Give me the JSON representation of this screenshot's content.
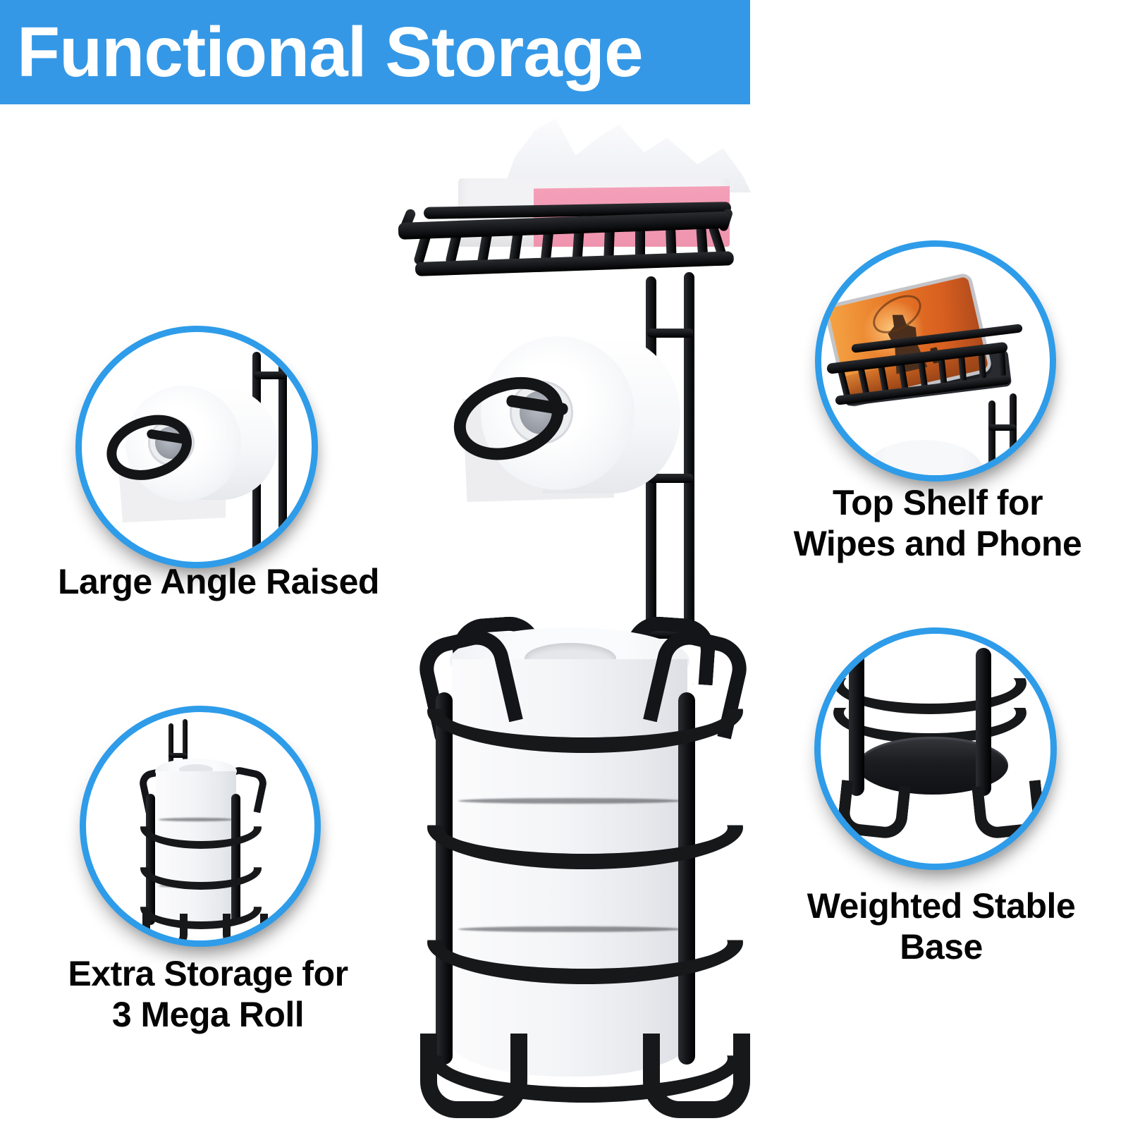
{
  "header": {
    "title": "Functional Storage"
  },
  "callouts": {
    "large_angle": {
      "lines": [
        "Large Angle Raised"
      ]
    },
    "extra_storage": {
      "lines": [
        "Extra Storage for",
        "3 Mega Roll"
      ]
    },
    "top_shelf": {
      "lines": [
        "Top Shelf for",
        "Wipes and Phone"
      ]
    },
    "stable_base": {
      "lines": [
        "Weighted Stable",
        "Base"
      ]
    }
  },
  "colors": {
    "banner_bg": "#3598e6",
    "banner_text": "#ffffff",
    "ring_blue": "#2e9ce9",
    "caption_text": "#050505",
    "metal_black": "#17181a",
    "pink_box": "#f4a0b9",
    "roll_white": "#f4f5f7",
    "phone_orange": "#e87a28"
  }
}
